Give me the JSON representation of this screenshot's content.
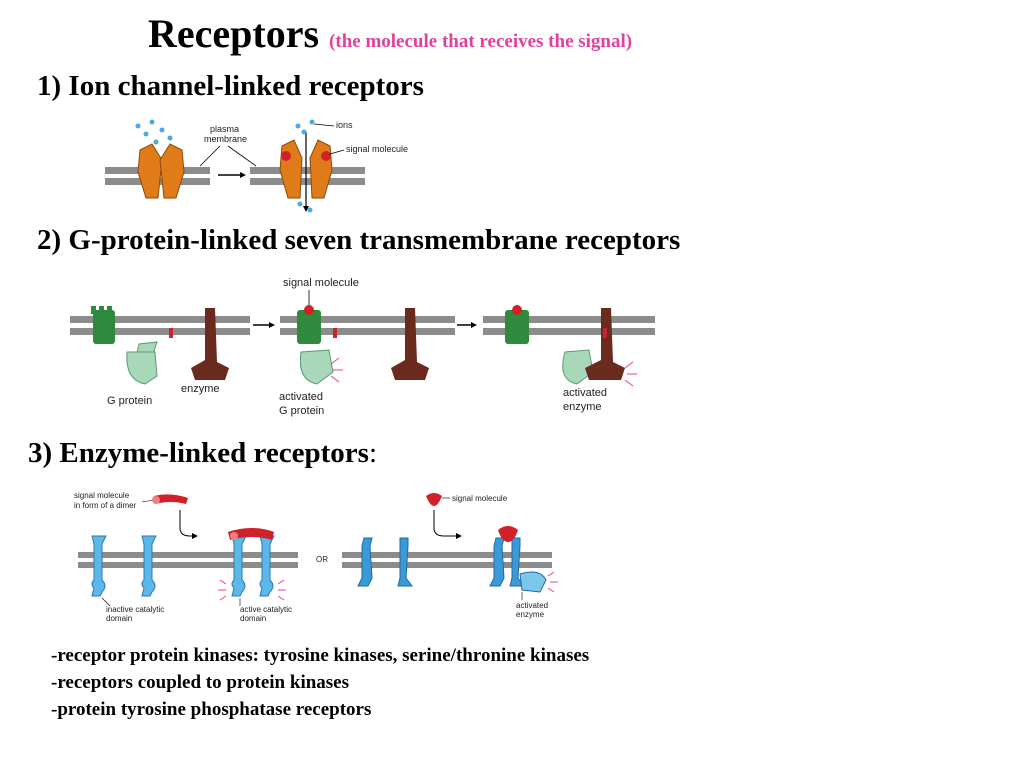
{
  "title": {
    "main": "Receptors",
    "subtitle": "(the molecule that receives the signal)"
  },
  "colors": {
    "subtitle": "#e0419c",
    "membrane": "#8c8c8c",
    "ion_channel": "#e07b1a",
    "ion": "#4fa8e0",
    "signal": "#d0202a",
    "receptor_7tm": "#2e8b3e",
    "g_protein": "#a8d8b9",
    "enzyme": "#6b2a1e",
    "enzyme_receptor": "#5bb8e8"
  },
  "sections": [
    {
      "heading": "1) Ion channel-linked receptors",
      "labels": {
        "plasma_membrane_1": "plasma",
        "plasma_membrane_2": "membrane",
        "ions": "ions",
        "signal_molecule": "signal molecule"
      }
    },
    {
      "heading": "2) G-protein-linked seven transmembrane receptors",
      "labels": {
        "signal_molecule": "signal molecule",
        "g_protein": "G protein",
        "enzyme": "enzyme",
        "activated_g_protein_1": "activated",
        "activated_g_protein_2": "G protein",
        "activated_enzyme_1": "activated",
        "activated_enzyme_2": "enzyme"
      }
    },
    {
      "heading": "3) Enzyme-linked receptors",
      "heading_suffix": ":",
      "labels": {
        "signal_dimer_1": "signal molecule",
        "signal_dimer_2": "in form of a dimer",
        "inactive_domain_1": "inactive catalytic",
        "inactive_domain_2": "domain",
        "active_domain_1": "active catalytic",
        "active_domain_2": "domain",
        "or": "OR",
        "signal_molecule": "signal molecule",
        "activated_enzyme_1": "activated",
        "activated_enzyme_2": "enzyme"
      }
    }
  ],
  "bullets": [
    "-receptor protein kinases: tyrosine kinases, serine/thronine kinases",
    "-receptors coupled to protein kinases",
    "-protein tyrosine phosphatase receptors"
  ]
}
